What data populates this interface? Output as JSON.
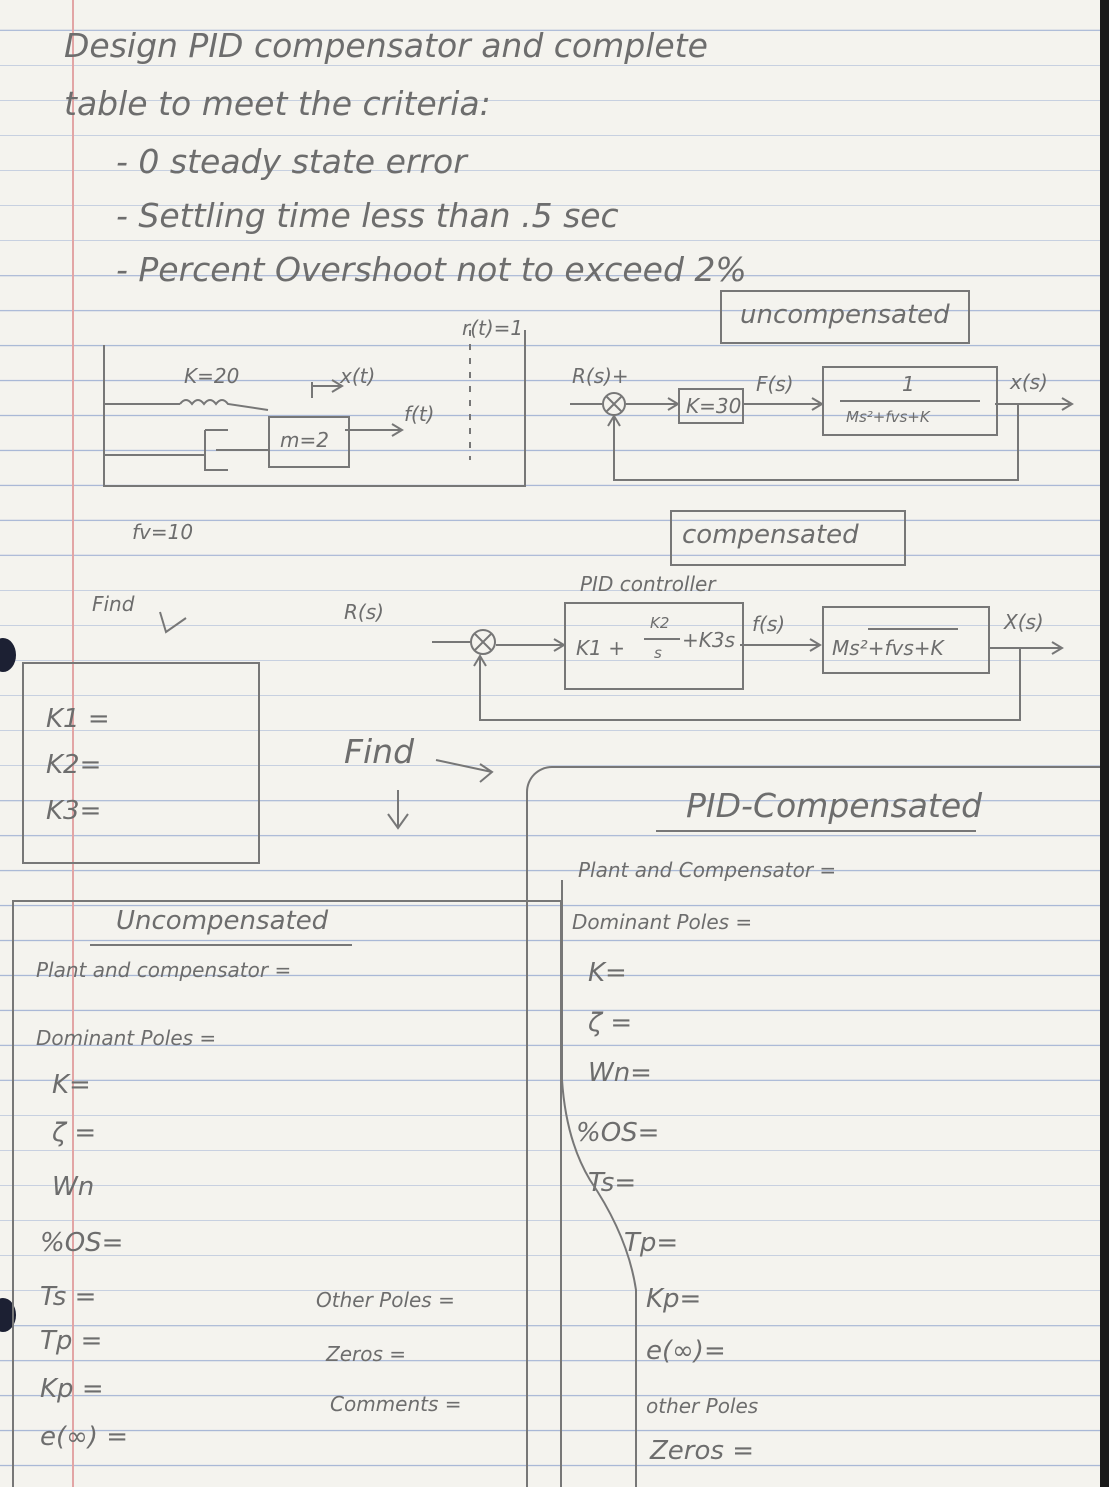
{
  "header": {
    "line1": "Design PID compensator and complete",
    "line2": "table to meet the criteria:",
    "criteria": [
      "- 0 steady state error",
      "- Settling time less than .5 sec",
      "- Percent Overshoot not to exceed 2%"
    ]
  },
  "mass_spring": {
    "k_label": "K=20",
    "x_label": "x(t)",
    "m_label": "m=2",
    "f_label": "f(t)",
    "r_label": "r(t)=1",
    "fv_label": "fv=10"
  },
  "uncomp_diagram": {
    "tag": "uncompensated",
    "r_label": "R(s)+",
    "gain": "K=30",
    "f_label": "F(s)",
    "plant_num": "1",
    "plant_den": "Ms²+fvs+K",
    "x_label": "x(s)"
  },
  "comp_diagram": {
    "tag": "compensated",
    "controller_title": "PID controller",
    "r_label": "R(s)",
    "controller_k1": "K1 +",
    "controller_num": "K2",
    "controller_den": "s",
    "controller_k3": "+K3s",
    "f_label": "f(s)",
    "plant_den": "Ms²+fvs+K",
    "x_label": "X(s)"
  },
  "find_box": {
    "find": "Find",
    "k1": "K1 =",
    "k2": "K2=",
    "k3": "K3="
  },
  "find2": "Find",
  "uncomp_table": {
    "title": "Uncompensated",
    "rows": [
      "Plant and compensator =",
      "Dominant Poles =",
      "K=",
      "ζ =",
      "Wn",
      "%OS=",
      "Ts =",
      "Tp =",
      "Kp =",
      "e(∞) ="
    ],
    "side": [
      "Other Poles =",
      "Zeros =",
      "Comments ="
    ]
  },
  "comp_table": {
    "title": "PID-Compensated",
    "rows": [
      "Plant and Compensator =",
      "Dominant Poles =",
      "K=",
      "ζ =",
      "Wn=",
      "%OS=",
      "Ts=",
      "Tp=",
      "Kp=",
      "e(∞)=",
      "other Poles",
      "Zeros ="
    ]
  }
}
